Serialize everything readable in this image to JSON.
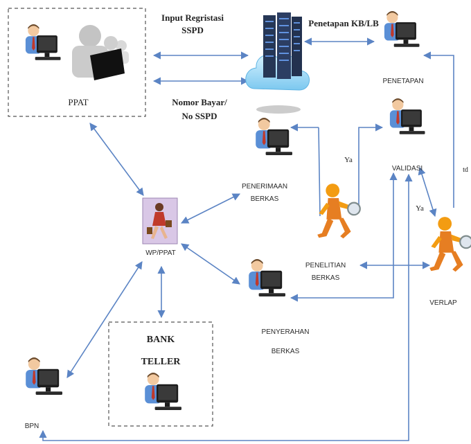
{
  "labels": {
    "ppat": "PPAT",
    "input_registration_line1": "Input Regristasi",
    "input_registration_line2": "SSPD",
    "payment_number_line1": "Nomor Bayar/",
    "payment_number_line2": "No SSPD",
    "kb_lb_assignment": "Penetapan KB/LB",
    "penetapan": "PENETAPAN",
    "validasi": "VALIDASI",
    "penerimaan_line1": "PENERIMAAN",
    "penerimaan_line2": "BERKAS",
    "penelitian_line1": "PENELITIAN",
    "penelitian_line2": "BERKAS",
    "verlap": "VERLAP",
    "wp_ppat": "WP/PPAT",
    "penyerahan_line1": "PENYERAHAN",
    "penyerahan_line2": "BERKAS",
    "bank_line1": "BANK",
    "bank_line2": "TELLER",
    "bpn": "BPN",
    "ya_penelitian": "Ya",
    "ya_validasi": "Ya",
    "td": "td"
  },
  "colors": {
    "arrow": "#5b84c4",
    "shirt": "#5a8fd6",
    "tie": "#c0392b",
    "monitor": "#1c1c1c",
    "server": "#2c3e63",
    "cloud": "#8fd3f4",
    "stickman": "#f39c12"
  }
}
